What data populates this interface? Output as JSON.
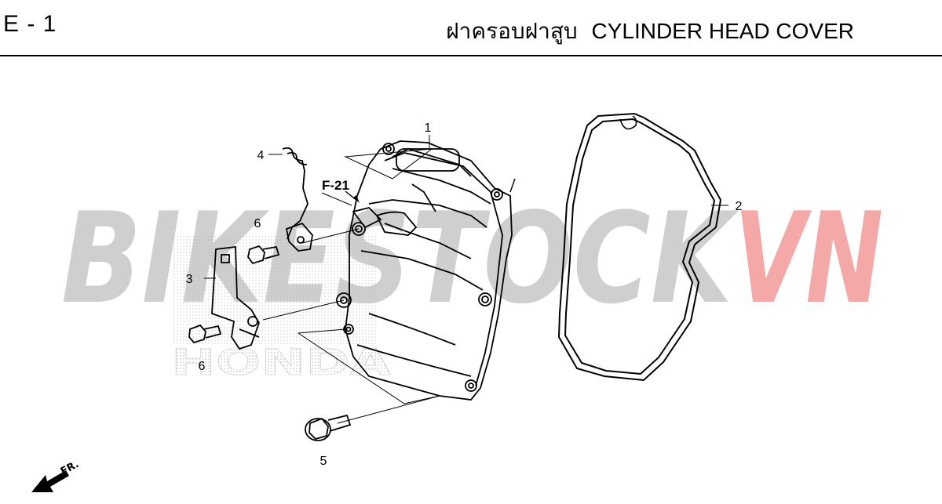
{
  "header": {
    "section_code": "E - 1",
    "title_thai": "ฝาครอบฝาสูบ",
    "title_en": "CYLINDER HEAD COVER"
  },
  "watermark": {
    "text_grey": "BIKESTOCK",
    "text_red": "VN",
    "grey_color": "#c8c8c8",
    "red_color": "#f2a0a0",
    "brand_text": "HONDA"
  },
  "callouts": {
    "p1": "1",
    "p2": "2",
    "p3": "3",
    "p4": "4",
    "p5": "5",
    "p6a": "6",
    "p6b": "6"
  },
  "reference": "F-21",
  "front_arrow": "FR."
}
